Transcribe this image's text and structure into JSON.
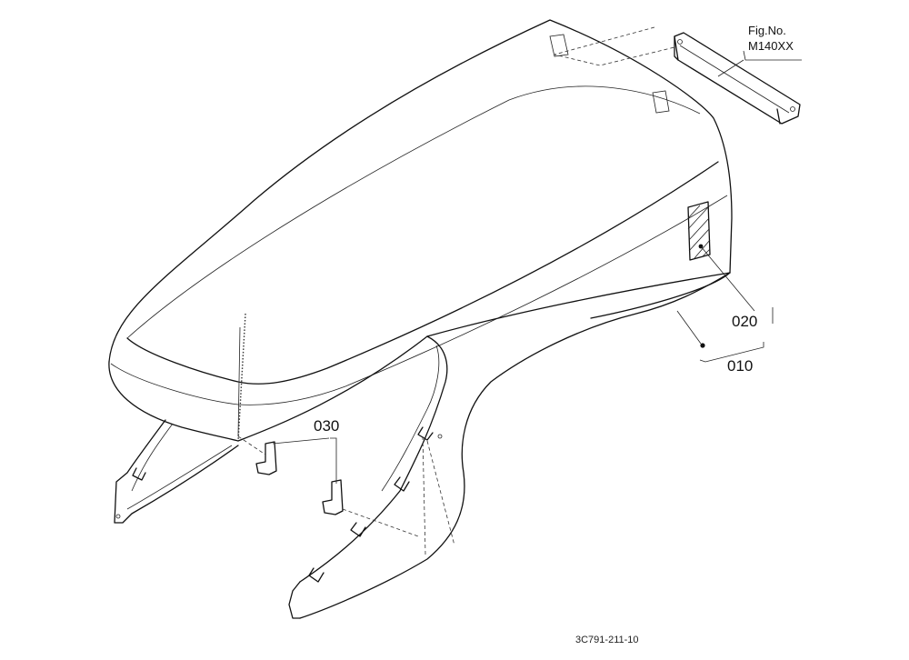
{
  "fig_ref": {
    "label": "Fig.No.",
    "number": "M140XX"
  },
  "callouts": {
    "part_010": "010",
    "part_020": "020",
    "part_030": "030"
  },
  "drawing_code": "3C791-211-10"
}
